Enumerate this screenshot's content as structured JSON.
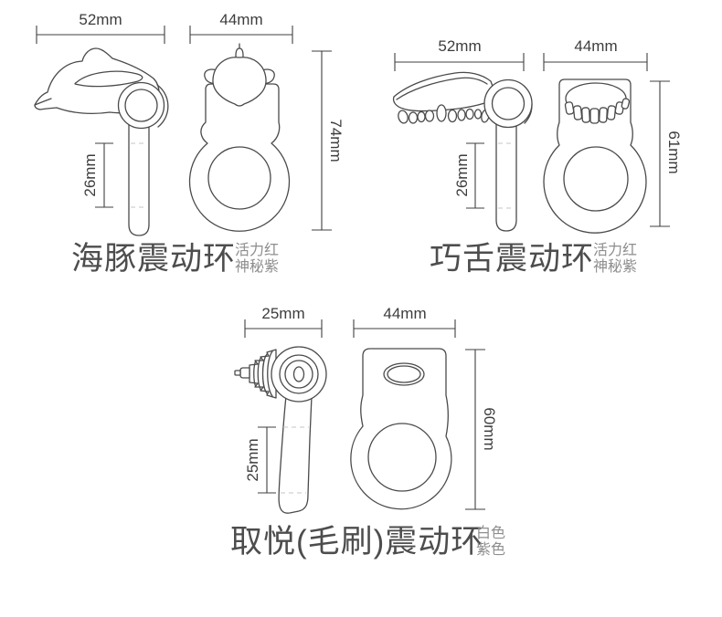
{
  "page": {
    "background_color": "#ffffff",
    "line_color": "#4a4a4a",
    "dimension_text_color": "#3d3d3d",
    "title_text_color": "#4d4d4d",
    "subtitle_text_color": "#8e8e8e"
  },
  "products": [
    {
      "name": "海豚震动环",
      "color_options": [
        "活力红",
        "神秘紫"
      ],
      "dimensions": {
        "side_width": "52mm",
        "stem_length": "26mm",
        "front_width": "44mm",
        "front_height": "74mm"
      }
    },
    {
      "name": "巧舌震动环",
      "color_options": [
        "活力红",
        "神秘紫"
      ],
      "dimensions": {
        "side_width": "52mm",
        "stem_length": "26mm",
        "front_width": "44mm",
        "front_height": "61mm"
      }
    },
    {
      "name": "取悦(毛刷)震动环",
      "color_options": [
        "白色",
        "紫色"
      ],
      "dimensions": {
        "side_width": "25mm",
        "stem_length": "25mm",
        "front_width": "44mm",
        "front_height": "60mm"
      }
    }
  ]
}
